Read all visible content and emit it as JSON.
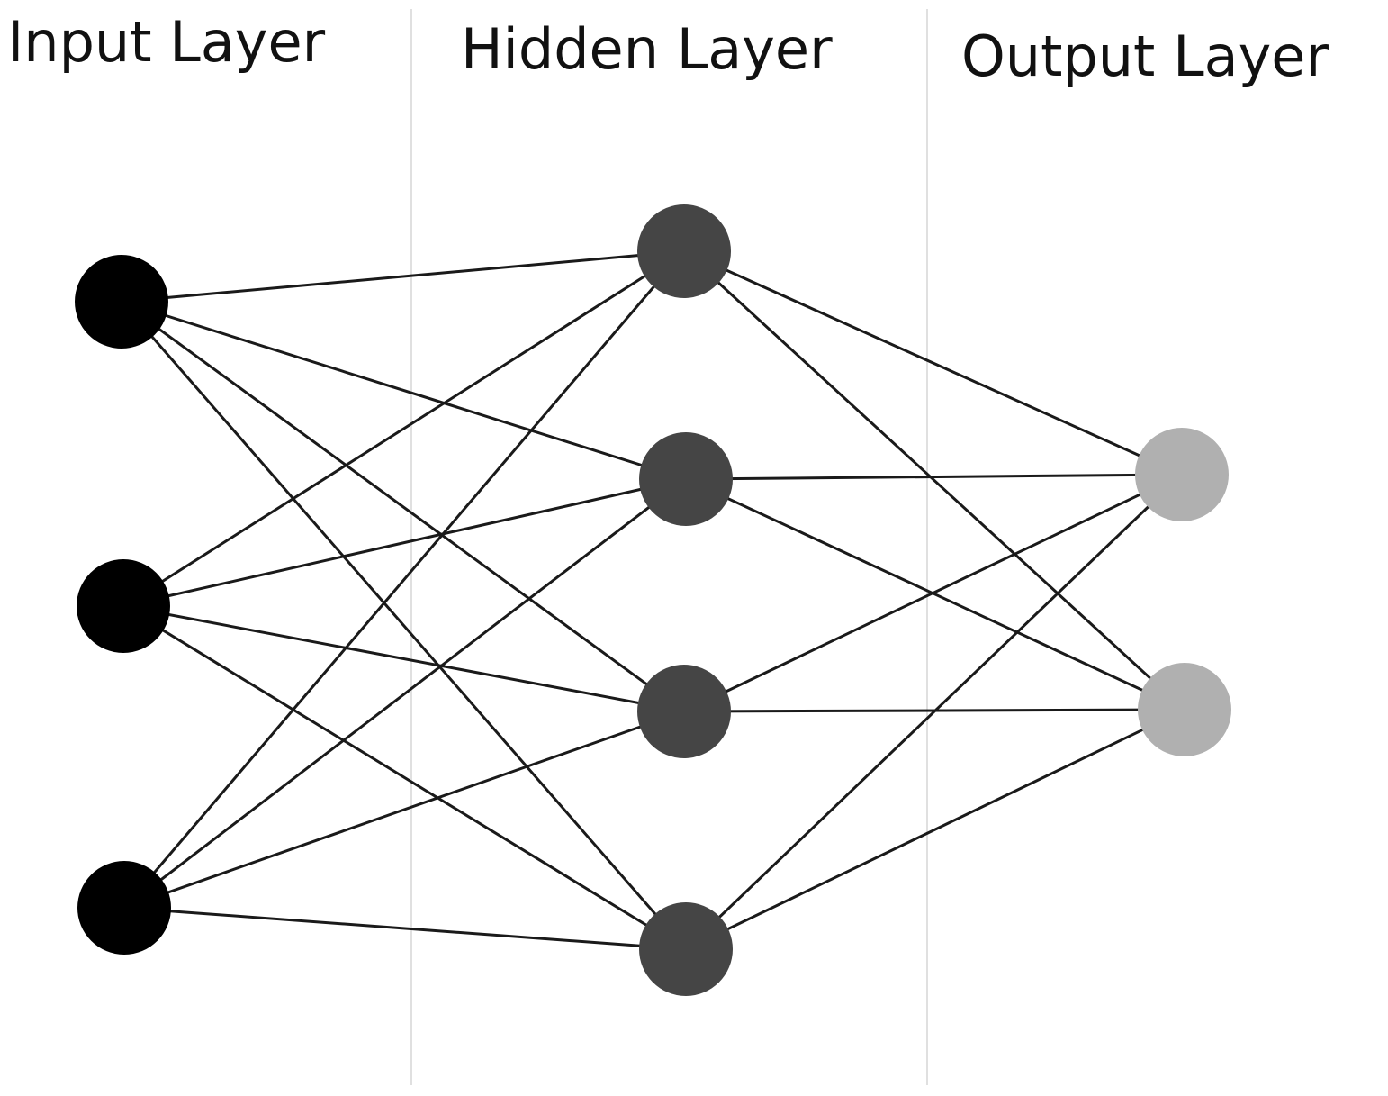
{
  "layers": [
    {
      "title": "Input Layer",
      "nodes": 3,
      "color": "#000000"
    },
    {
      "title": "Hidden Layer",
      "nodes": 4,
      "color": "#454545"
    },
    {
      "title": "Output Layer",
      "nodes": 2,
      "color": "#b0b0b0"
    }
  ],
  "colors": {
    "edge": "#1a1a1a",
    "divider": "#e0e0e0",
    "background": "#ffffff"
  }
}
